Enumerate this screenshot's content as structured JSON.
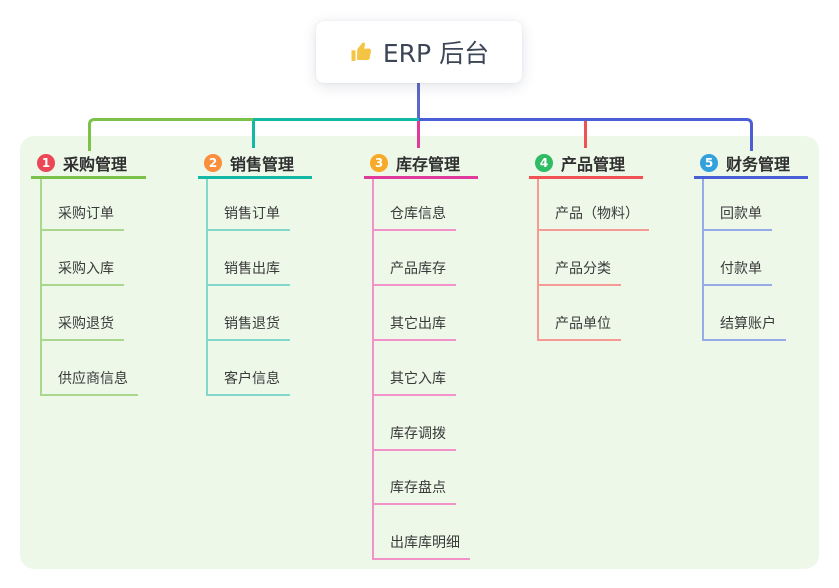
{
  "root": {
    "label": "ERP 后台",
    "icon": "thumbs-up-icon"
  },
  "branches": [
    {
      "index": "1",
      "label": "采购管理",
      "badge_color": "#ec4757",
      "line_color": "#7cc24a",
      "child_line_color": "#a9d78d",
      "children": [
        "采购订单",
        "采购入库",
        "采购退货",
        "供应商信息"
      ]
    },
    {
      "index": "2",
      "label": "销售管理",
      "badge_color": "#fb8e3d",
      "line_color": "#13b9a6",
      "child_line_color": "#82d8ca",
      "children": [
        "销售订单",
        "销售出库",
        "销售退货",
        "客户信息"
      ]
    },
    {
      "index": "3",
      "label": "库存管理",
      "badge_color": "#f7a928",
      "line_color": "#e03a9d",
      "child_line_color": "#f193c9",
      "children": [
        "仓库信息",
        "产品库存",
        "其它出库",
        "其它入库",
        "库存调拨",
        "库存盘点",
        "出库库明细"
      ]
    },
    {
      "index": "4",
      "label": "产品管理",
      "badge_color": "#2fbc64",
      "line_color": "#f05152",
      "child_line_color": "#f69a96",
      "children": [
        "产品（物料）",
        "产品分类",
        "产品单位"
      ]
    },
    {
      "index": "5",
      "label": "财务管理",
      "badge_color": "#32a1dc",
      "line_color": "#4a5fd6",
      "child_line_color": "#97abe9",
      "children": [
        "回款单",
        "付款单",
        "结算账户"
      ]
    }
  ],
  "colors": {
    "canvas_bg": "#ffffff",
    "panel_bg": "#edf8e9",
    "root_line": "#5b68c8",
    "bus_left": "#7cc24a",
    "bus_mid": "#13b9a6",
    "bus_right": "#4a5fd6",
    "drop_branch3": "#e03a9d",
    "drop_branch4": "#f05152",
    "root_text": "#3d4656",
    "node_text": "#3a3a3a"
  }
}
